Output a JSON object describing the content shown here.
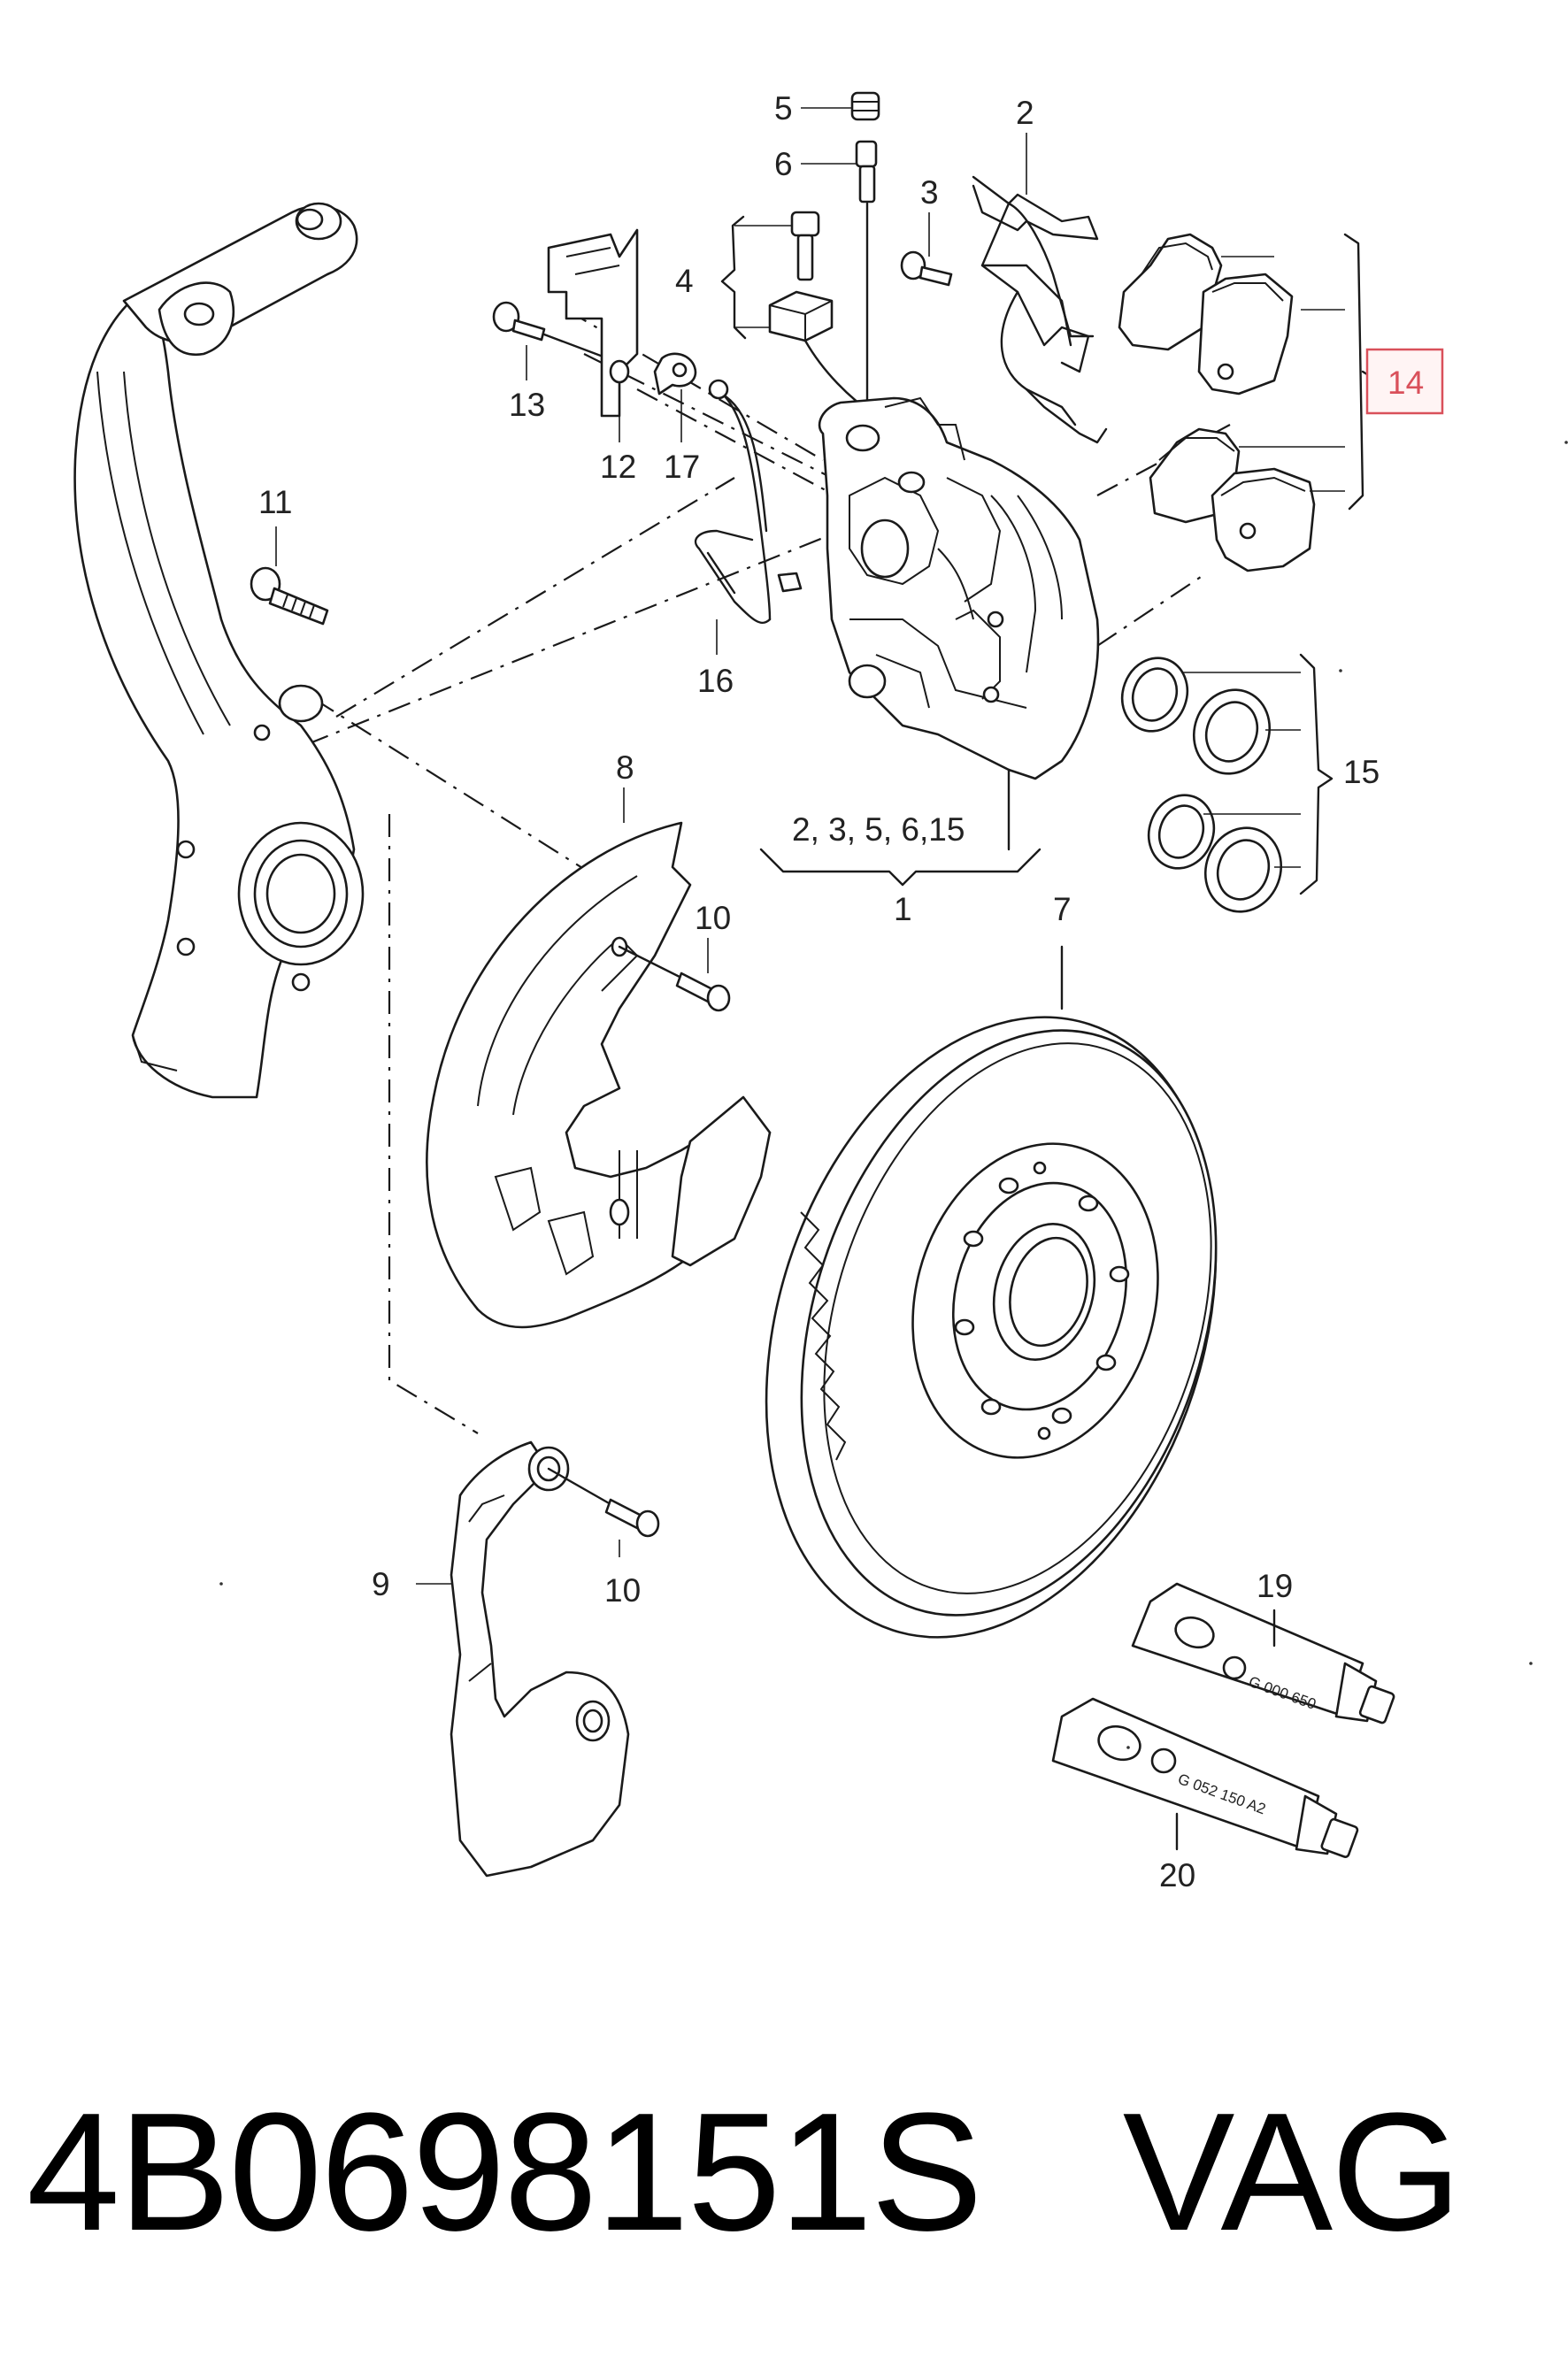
{
  "diagram": {
    "callouts": {
      "c1": "1",
      "c2": "2",
      "c3": "3",
      "c4": "4",
      "c5": "5",
      "c6": "6",
      "c7": "7",
      "c8": "8",
      "c9": "9",
      "c10a": "10",
      "c10b": "10",
      "c11": "11",
      "c12": "12",
      "c13": "13",
      "c14": "14",
      "c15": "15",
      "c16": "16",
      "c17": "17",
      "c19": "19",
      "c20": "20",
      "group1": "2, 3, 5, 6,15"
    },
    "tube19_label": "G 000 650",
    "tube20_label": "G 052 150 A2",
    "highlight_color": "#d9505a"
  },
  "footer": {
    "part_number": "4B0698151S",
    "brand": "VAG"
  }
}
